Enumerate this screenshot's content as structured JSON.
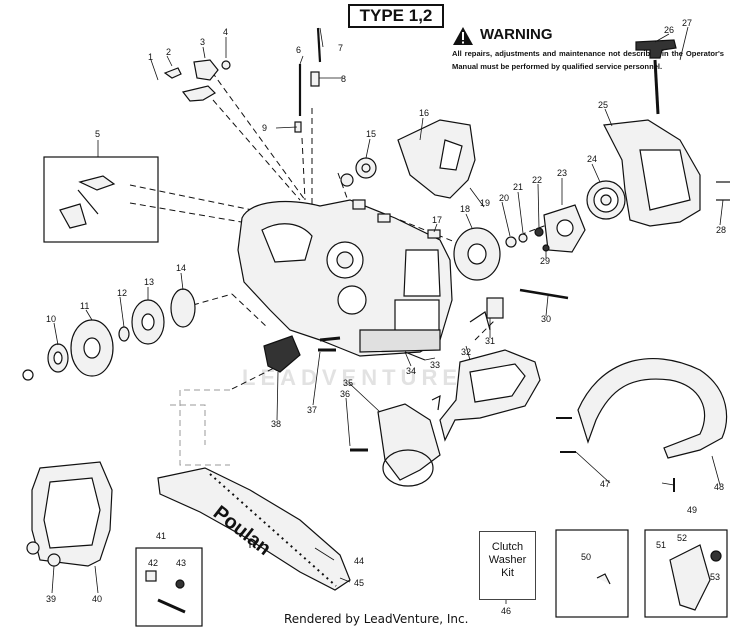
{
  "header": {
    "type_label": "TYPE 1,2",
    "warning_title": "WARNING",
    "warning_text": "All repairs, adjustments and maintenance not described in the Operator's Manual must be performed by qualified service personnel."
  },
  "watermark": "LEADVENTURE",
  "footer": "Rendered by LeadVenture, Inc.",
  "bar_logo": "Poulan",
  "kit_box": {
    "line1": "Clutch",
    "line2": "Washer",
    "line3": "Kit"
  },
  "callouts": [
    "1",
    "2",
    "3",
    "4",
    "5",
    "6",
    "7",
    "8",
    "9",
    "10",
    "11",
    "12",
    "13",
    "14",
    "15",
    "16",
    "17",
    "18",
    "19",
    "20",
    "21",
    "22",
    "23",
    "24",
    "25",
    "26",
    "27",
    "28",
    "29",
    "30",
    "31",
    "32",
    "33",
    "34",
    "35",
    "36",
    "37",
    "38",
    "39",
    "40",
    "41",
    "42",
    "43",
    "44",
    "45",
    "46",
    "47",
    "48",
    "49",
    "50",
    "51",
    "52",
    "53"
  ],
  "colors": {
    "line": "#111111",
    "paper": "#ffffff",
    "part_fill": "#f2f2f2",
    "dark_part": "#333333"
  }
}
